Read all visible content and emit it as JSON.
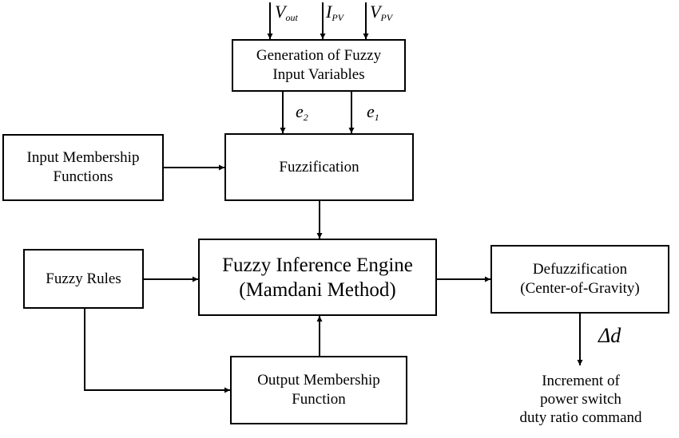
{
  "inputs": {
    "vout": {
      "main": "V",
      "sub": "out"
    },
    "ipv": {
      "main": "I",
      "sub": "PV"
    },
    "vpv": {
      "main": "V",
      "sub": "PV"
    }
  },
  "blocks": {
    "generation": [
      "Generation of Fuzzy",
      "Input Variables"
    ],
    "input_mf": [
      "Input Membership",
      "Functions"
    ],
    "fuzzification": [
      "Fuzzification"
    ],
    "fuzzy_rules": [
      "Fuzzy Rules"
    ],
    "inference": [
      "Fuzzy Inference Engine",
      "(Mamdani Method)"
    ],
    "defuzzification": [
      "Defuzzification",
      "(Center-of-Gravity)"
    ],
    "output_mf": [
      "Output Membership",
      "Function"
    ]
  },
  "signals": {
    "e2": {
      "main": "e",
      "sub": "2"
    },
    "e1": {
      "main": "e",
      "sub": "1"
    },
    "delta_d": "Δd"
  },
  "output_text": [
    "Increment of",
    "power switch",
    "duty ratio command"
  ]
}
